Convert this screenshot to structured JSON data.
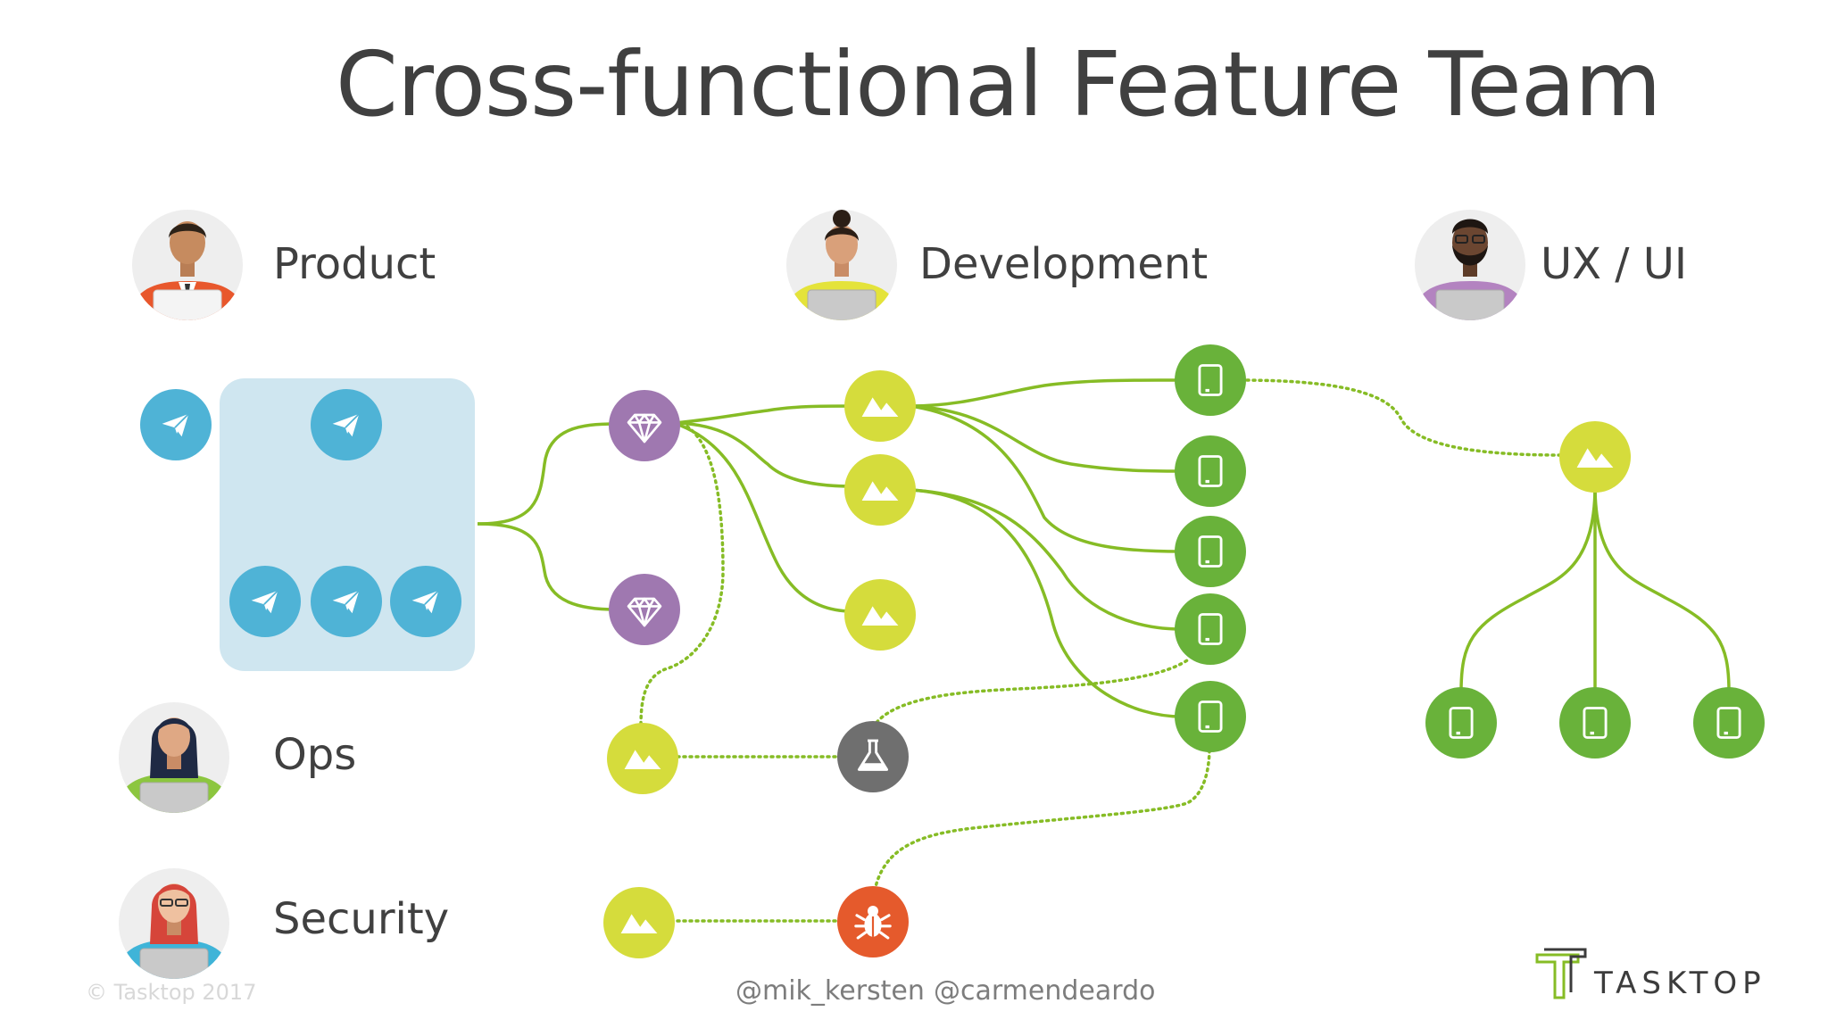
{
  "title": "Cross-functional Feature Team",
  "roles": {
    "product": "Product",
    "development": "Development",
    "ux_ui": "UX / UI",
    "ops": "Ops",
    "security": "Security"
  },
  "footer": {
    "copyright": "© Tasktop 2017",
    "handle_1": "@mik_kersten",
    "handle_2": "@carmendeardo"
  },
  "logo": {
    "text": "TASKTOP"
  },
  "colors": {
    "feature_blue": "#4fb3d6",
    "epic_purple": "#9f78b0",
    "story_yellow": "#d5dc3c",
    "task_green": "#69b23a",
    "test_gray": "#6f6f6f",
    "defect_orange": "#e55a2c",
    "link_green": "#86bc25",
    "group_bg": "#cfe6f0"
  },
  "icons": {
    "feature": "paper-plane-icon",
    "epic": "diamond-icon",
    "story": "mountains-icon",
    "task": "tablet-icon",
    "test": "flask-icon",
    "defect": "bug-icon"
  }
}
